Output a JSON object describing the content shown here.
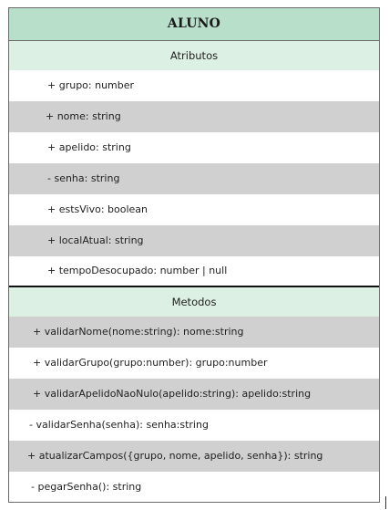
{
  "class_box": {
    "title": "ALUNO",
    "attributes_header": "Atributos",
    "attributes": [
      {
        "text": "+ grupo: number",
        "indent": 42
      },
      {
        "text": "+ nome: string",
        "indent": 40
      },
      {
        "text": "+  apelido: string",
        "indent": 42
      },
      {
        "text": "-  senha: string",
        "indent": 42
      },
      {
        "text": "+  estsVivo: boolean",
        "indent": 42
      },
      {
        "text": "+ localAtual: string",
        "indent": 42
      },
      {
        "text": "+ tempoDesocupado: number | null",
        "indent": 42
      }
    ],
    "methods_header": "Metodos",
    "methods": [
      {
        "text": "+  validarNome(nome:string): nome:string",
        "indent": 26
      },
      {
        "text": "+  validarGrupo(grupo:number): grupo:number",
        "indent": 26
      },
      {
        "text": "+  validarApelidoNaoNulo(apelido:string):  apelido:string",
        "indent": 26
      },
      {
        "text": "- validarSenha(senha):  senha:string",
        "indent": 22
      },
      {
        "text": "+ atualizarCampos({grupo, nome, apelido, senha}): string",
        "indent": 20
      },
      {
        "text": "-  pegarSenha(): string",
        "indent": 24
      }
    ]
  }
}
